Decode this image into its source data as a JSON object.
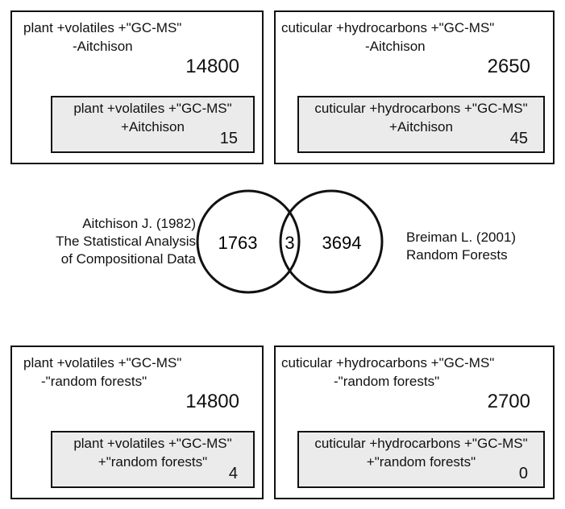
{
  "panels": [
    {
      "query_line1": "plant +volatiles +\"GC-MS\"",
      "query_line2": "-Aitchison",
      "count": "14800",
      "inner": {
        "line1": "plant +volatiles +\"GC-MS\"",
        "line2": "+Aitchison",
        "count": "15"
      }
    },
    {
      "query_line1": "cuticular +hydrocarbons +\"GC-MS\"",
      "query_line2": "-Aitchison",
      "count": "2650",
      "inner": {
        "line1": "cuticular +hydrocarbons +\"GC-MS\"",
        "line2": "+Aitchison",
        "count": "45"
      }
    },
    {
      "query_line1": "plant +volatiles +\"GC-MS\"",
      "query_line2": "-\"random forests\"",
      "count": "14800",
      "inner": {
        "line1": "plant +volatiles +\"GC-MS\"",
        "line2": "+\"random forests\"",
        "count": "4"
      }
    },
    {
      "query_line1": "cuticular +hydrocarbons +\"GC-MS\"",
      "query_line2": "-\"random forests\"",
      "count": "2700",
      "inner": {
        "line1": "cuticular +hydrocarbons +\"GC-MS\"",
        "line2": "+\"random forests\"",
        "count": "0"
      }
    }
  ],
  "venn": {
    "left_count": "1763",
    "overlap_count": "3",
    "right_count": "3694"
  },
  "refs": {
    "left": [
      "Aitchison J. (1982)",
      "The Statistical Analysis",
      "of Compositional Data"
    ],
    "right": [
      "Breiman L. (2001)",
      "Random Forests"
    ]
  }
}
